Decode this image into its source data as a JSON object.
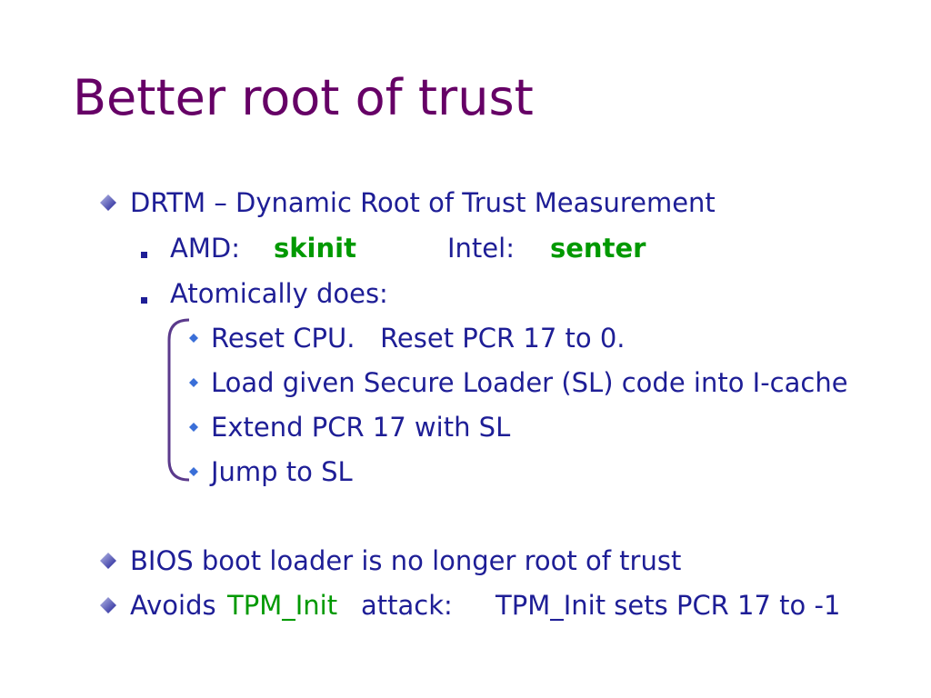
{
  "slide": {
    "title": "Better root of trust",
    "drtm": "DRTM – Dynamic Root of Trust Measurement",
    "amd_label": "AMD:",
    "amd_instr": "skinit",
    "intel_label": "Intel:",
    "intel_instr": "senter",
    "atomic": "Atomically does:",
    "steps": [
      "Reset CPU.   Reset PCR 17 to 0.",
      "Load given Secure Loader (SL) code into I-cache",
      "Extend PCR 17 with SL",
      "Jump to SL"
    ],
    "bios": "BIOS boot loader is no longer root of trust",
    "avoids_pre": "Avoids",
    "avoids_tpm": "TPM_Init",
    "avoids_post": "attack:",
    "avoids_note": "TPM_Init sets PCR 17 to -1"
  },
  "colors": {
    "title": "#660066",
    "text": "#1e1e96",
    "accent": "#009900"
  }
}
